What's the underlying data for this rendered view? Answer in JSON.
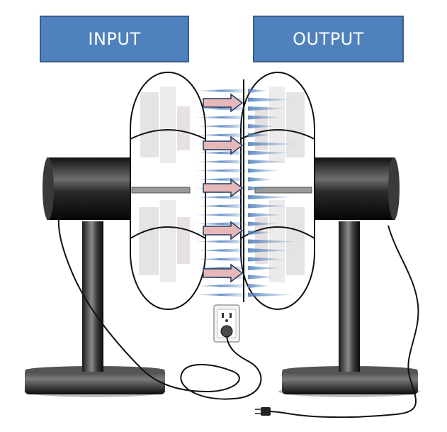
{
  "labels": {
    "input": "INPUT",
    "output": "OUTPUT"
  },
  "colors": {
    "label_fill": "#4f81bd",
    "label_border": "#385d8a",
    "label_text": "#ffffff",
    "arrow_fill": "#e6b9b8",
    "arrow_border": "#1f3864",
    "airflow": "#4f81bd",
    "stand_metal": "#2b2b2b"
  },
  "icons": {
    "arrows": "arrow-right-icon",
    "outlet": "power-outlet-icon",
    "plug": "power-plug-icon"
  },
  "arrow_count": 5,
  "fans": [
    {
      "role": "input",
      "plugged_in": true
    },
    {
      "role": "output",
      "plugged_in": false
    }
  ]
}
